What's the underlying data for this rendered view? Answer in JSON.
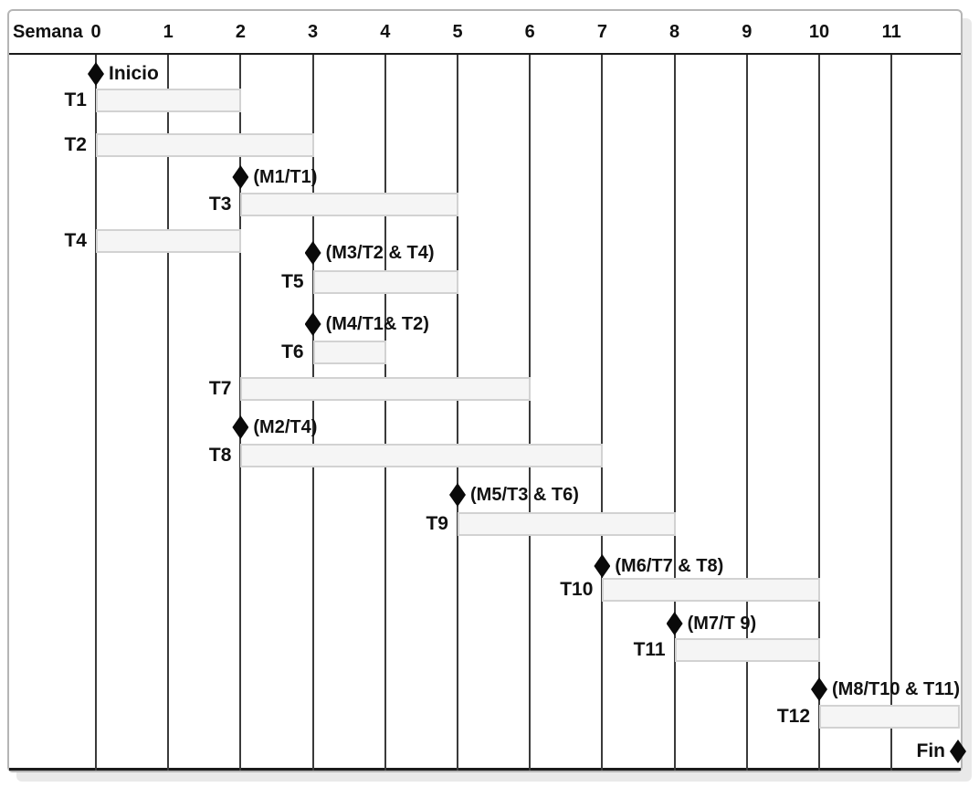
{
  "header": {
    "axis_title": "Semana",
    "week_labels": [
      "0",
      "1",
      "2",
      "3",
      "4",
      "5",
      "6",
      "7",
      "8",
      "9",
      "10",
      "11"
    ]
  },
  "chart_data": {
    "type": "gantt",
    "title": "",
    "xlabel": "Semana",
    "x_ticks": [
      0,
      1,
      2,
      3,
      4,
      5,
      6,
      7,
      8,
      9,
      10,
      11
    ],
    "xlim": [
      0,
      12
    ],
    "grid": "vertical-weekly",
    "row_order": [
      "Inicio",
      "T1",
      "T2",
      "M1",
      "T3",
      "T4",
      "M3",
      "T5",
      "M4",
      "T6",
      "T7",
      "M2",
      "T8",
      "M5",
      "T9",
      "M6",
      "T10",
      "M7",
      "T11",
      "M8",
      "T12",
      "Fin"
    ],
    "tasks": [
      {
        "name": "T1",
        "start_week": 0,
        "end_week": 2
      },
      {
        "name": "T2",
        "start_week": 0,
        "end_week": 3
      },
      {
        "name": "T3",
        "start_week": 2,
        "end_week": 5
      },
      {
        "name": "T4",
        "start_week": 0,
        "end_week": 2
      },
      {
        "name": "T5",
        "start_week": 3,
        "end_week": 5
      },
      {
        "name": "T6",
        "start_week": 3,
        "end_week": 4
      },
      {
        "name": "T7",
        "start_week": 2,
        "end_week": 6
      },
      {
        "name": "T8",
        "start_week": 2,
        "end_week": 7
      },
      {
        "name": "T9",
        "start_week": 5,
        "end_week": 8
      },
      {
        "name": "T10",
        "start_week": 7,
        "end_week": 10
      },
      {
        "name": "T11",
        "start_week": 8,
        "end_week": 10
      },
      {
        "name": "T12",
        "start_week": 10,
        "end_week": 12
      }
    ],
    "milestones": [
      {
        "name": "Inicio",
        "week": 0,
        "label": "Inicio",
        "label_side": "right"
      },
      {
        "name": "M1",
        "week": 2,
        "label": "(M1/T1)",
        "label_side": "right"
      },
      {
        "name": "M3",
        "week": 3,
        "label": "(M3/T2 & T4)",
        "label_side": "right"
      },
      {
        "name": "M4",
        "week": 3,
        "label": "(M4/T1& T2)",
        "label_side": "right"
      },
      {
        "name": "M2",
        "week": 2,
        "label": "(M2/T4)",
        "label_side": "right"
      },
      {
        "name": "M5",
        "week": 5,
        "label": "(M5/T3 & T6)",
        "label_side": "right"
      },
      {
        "name": "M6",
        "week": 7,
        "label": "(M6/T7 & T8)",
        "label_side": "right"
      },
      {
        "name": "M7",
        "week": 8,
        "label": "(M7/T 9)",
        "label_side": "right"
      },
      {
        "name": "M8",
        "week": 10,
        "label": "(M8/T10 & T11)",
        "label_side": "right"
      },
      {
        "name": "Fin",
        "week": 12,
        "label": "Fin",
        "label_side": "left"
      }
    ]
  },
  "colors": {
    "bar_fill": "#f5f5f5",
    "bar_border": "#d2d2d2",
    "grid_line": "#3a3a3a",
    "axis_line": "#1a1a1a",
    "text": "#111111",
    "milestone": "#0a0a0a",
    "card_border": "#b5b5b5",
    "card_shadow": "#e9e9e9"
  }
}
